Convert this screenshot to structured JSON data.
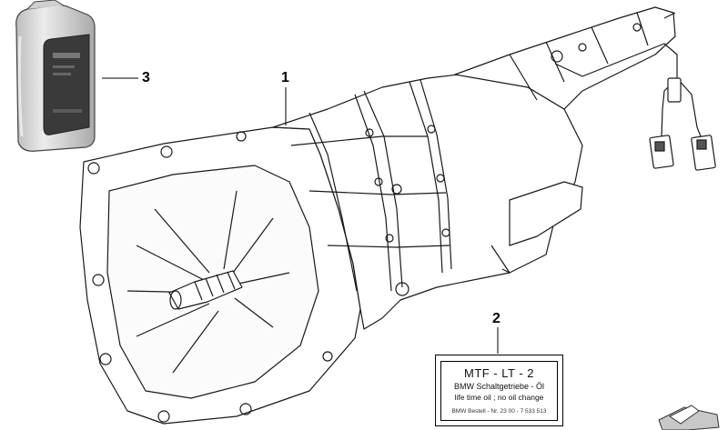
{
  "callouts": {
    "gearbox": "1",
    "oil_label": "2",
    "oil_bottle": "3"
  },
  "oil_label": {
    "title": "MTF - LT - 2",
    "subtitle": "BMW Schaltgetriebe - Öl",
    "note": "life time oil ; no oil change",
    "order_no": "BMW Bestell - Nr.  23 00 - 7 533 513"
  },
  "colors": {
    "line": "#1a1a1a",
    "bottle_gray": "#d7d7d7",
    "bottle_label": "#3a3a3a",
    "arrow_gray": "#bfbfbf"
  }
}
